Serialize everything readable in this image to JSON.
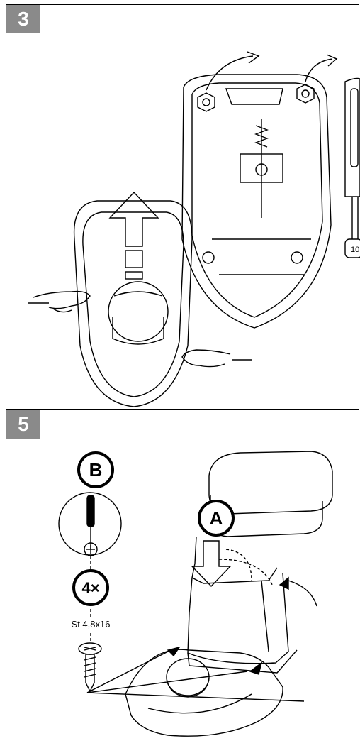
{
  "steps": {
    "step3": {
      "number": "3"
    },
    "step5": {
      "number": "5"
    }
  },
  "panel3": {
    "tool_size_label": "10"
  },
  "panel5": {
    "callout_b": "B",
    "callout_a": "A",
    "quantity": "4×",
    "screw_spec": "St 4,8x16"
  },
  "colors": {
    "step_badge": "#8a8a8a",
    "line": "#000000"
  },
  "icons": [
    "screwdriver-icon",
    "screw-icon",
    "hand-icon",
    "arrow-icon"
  ]
}
